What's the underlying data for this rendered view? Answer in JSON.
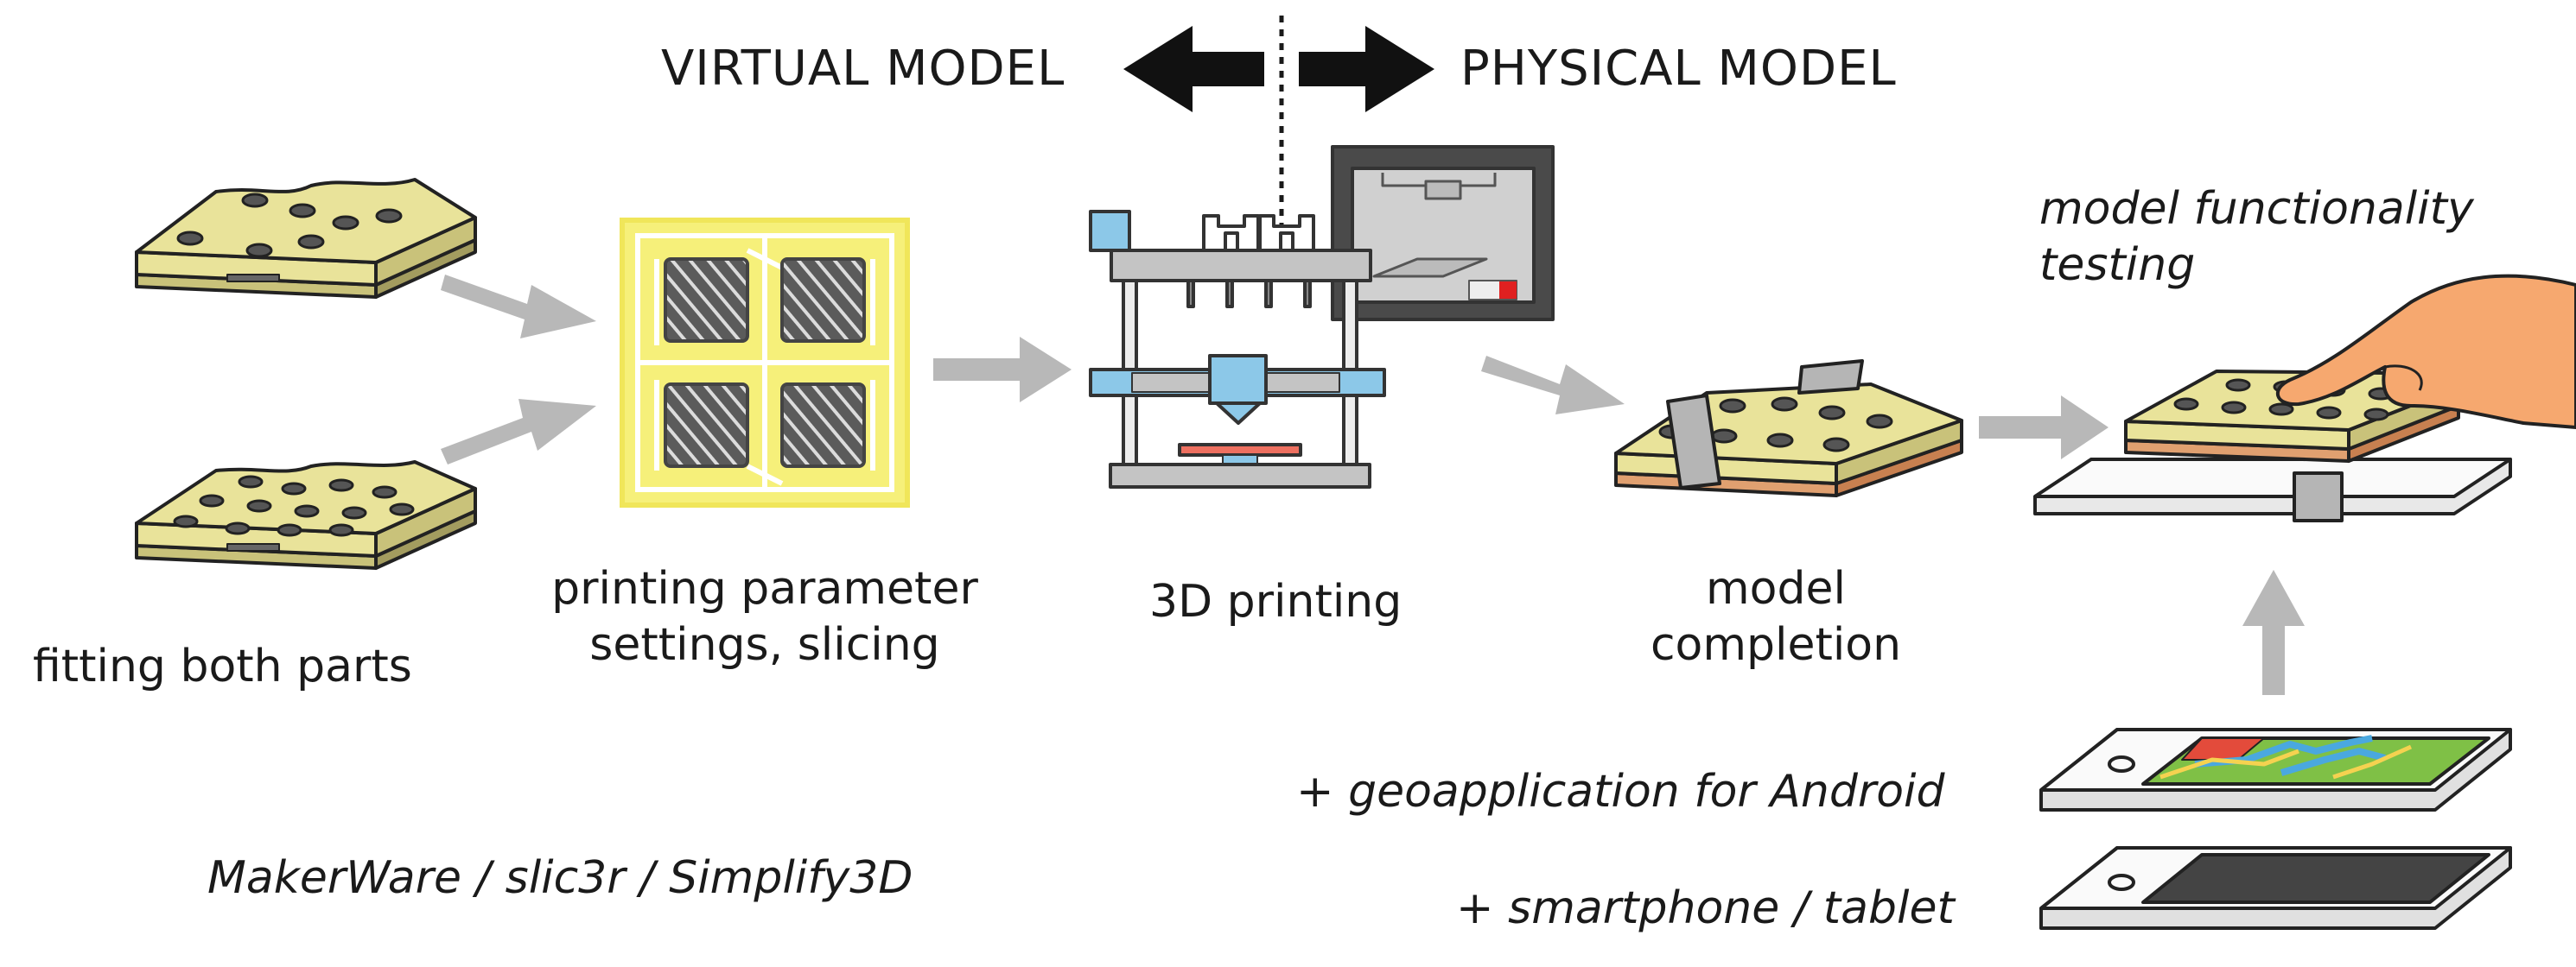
{
  "header": {
    "left_label": "VIRTUAL MODEL",
    "right_label": "PHYSICAL MODEL"
  },
  "steps": {
    "fitting": "fitting both parts",
    "slicing": [
      "printing parameter",
      "settings, slicing"
    ],
    "printing": "3D printing",
    "completion": [
      "model",
      "completion"
    ],
    "testing": [
      "model functionality",
      "testing"
    ]
  },
  "notes": {
    "software": "MakerWare / slic3r / Simplify3D",
    "geoapp": "+ geoapplication for Android",
    "device": "+ smartphone / tablet"
  },
  "colors": {
    "model_top": "#e9e39a",
    "model_side": "#c9c27a",
    "cork": "#e0a070",
    "slice_yellow": "#f6f07a",
    "printer_blue": "#8cc8e8",
    "arrow_gray": "#b8b8b8",
    "skin": "#f6a86f",
    "dark": "#1a1a1a"
  }
}
